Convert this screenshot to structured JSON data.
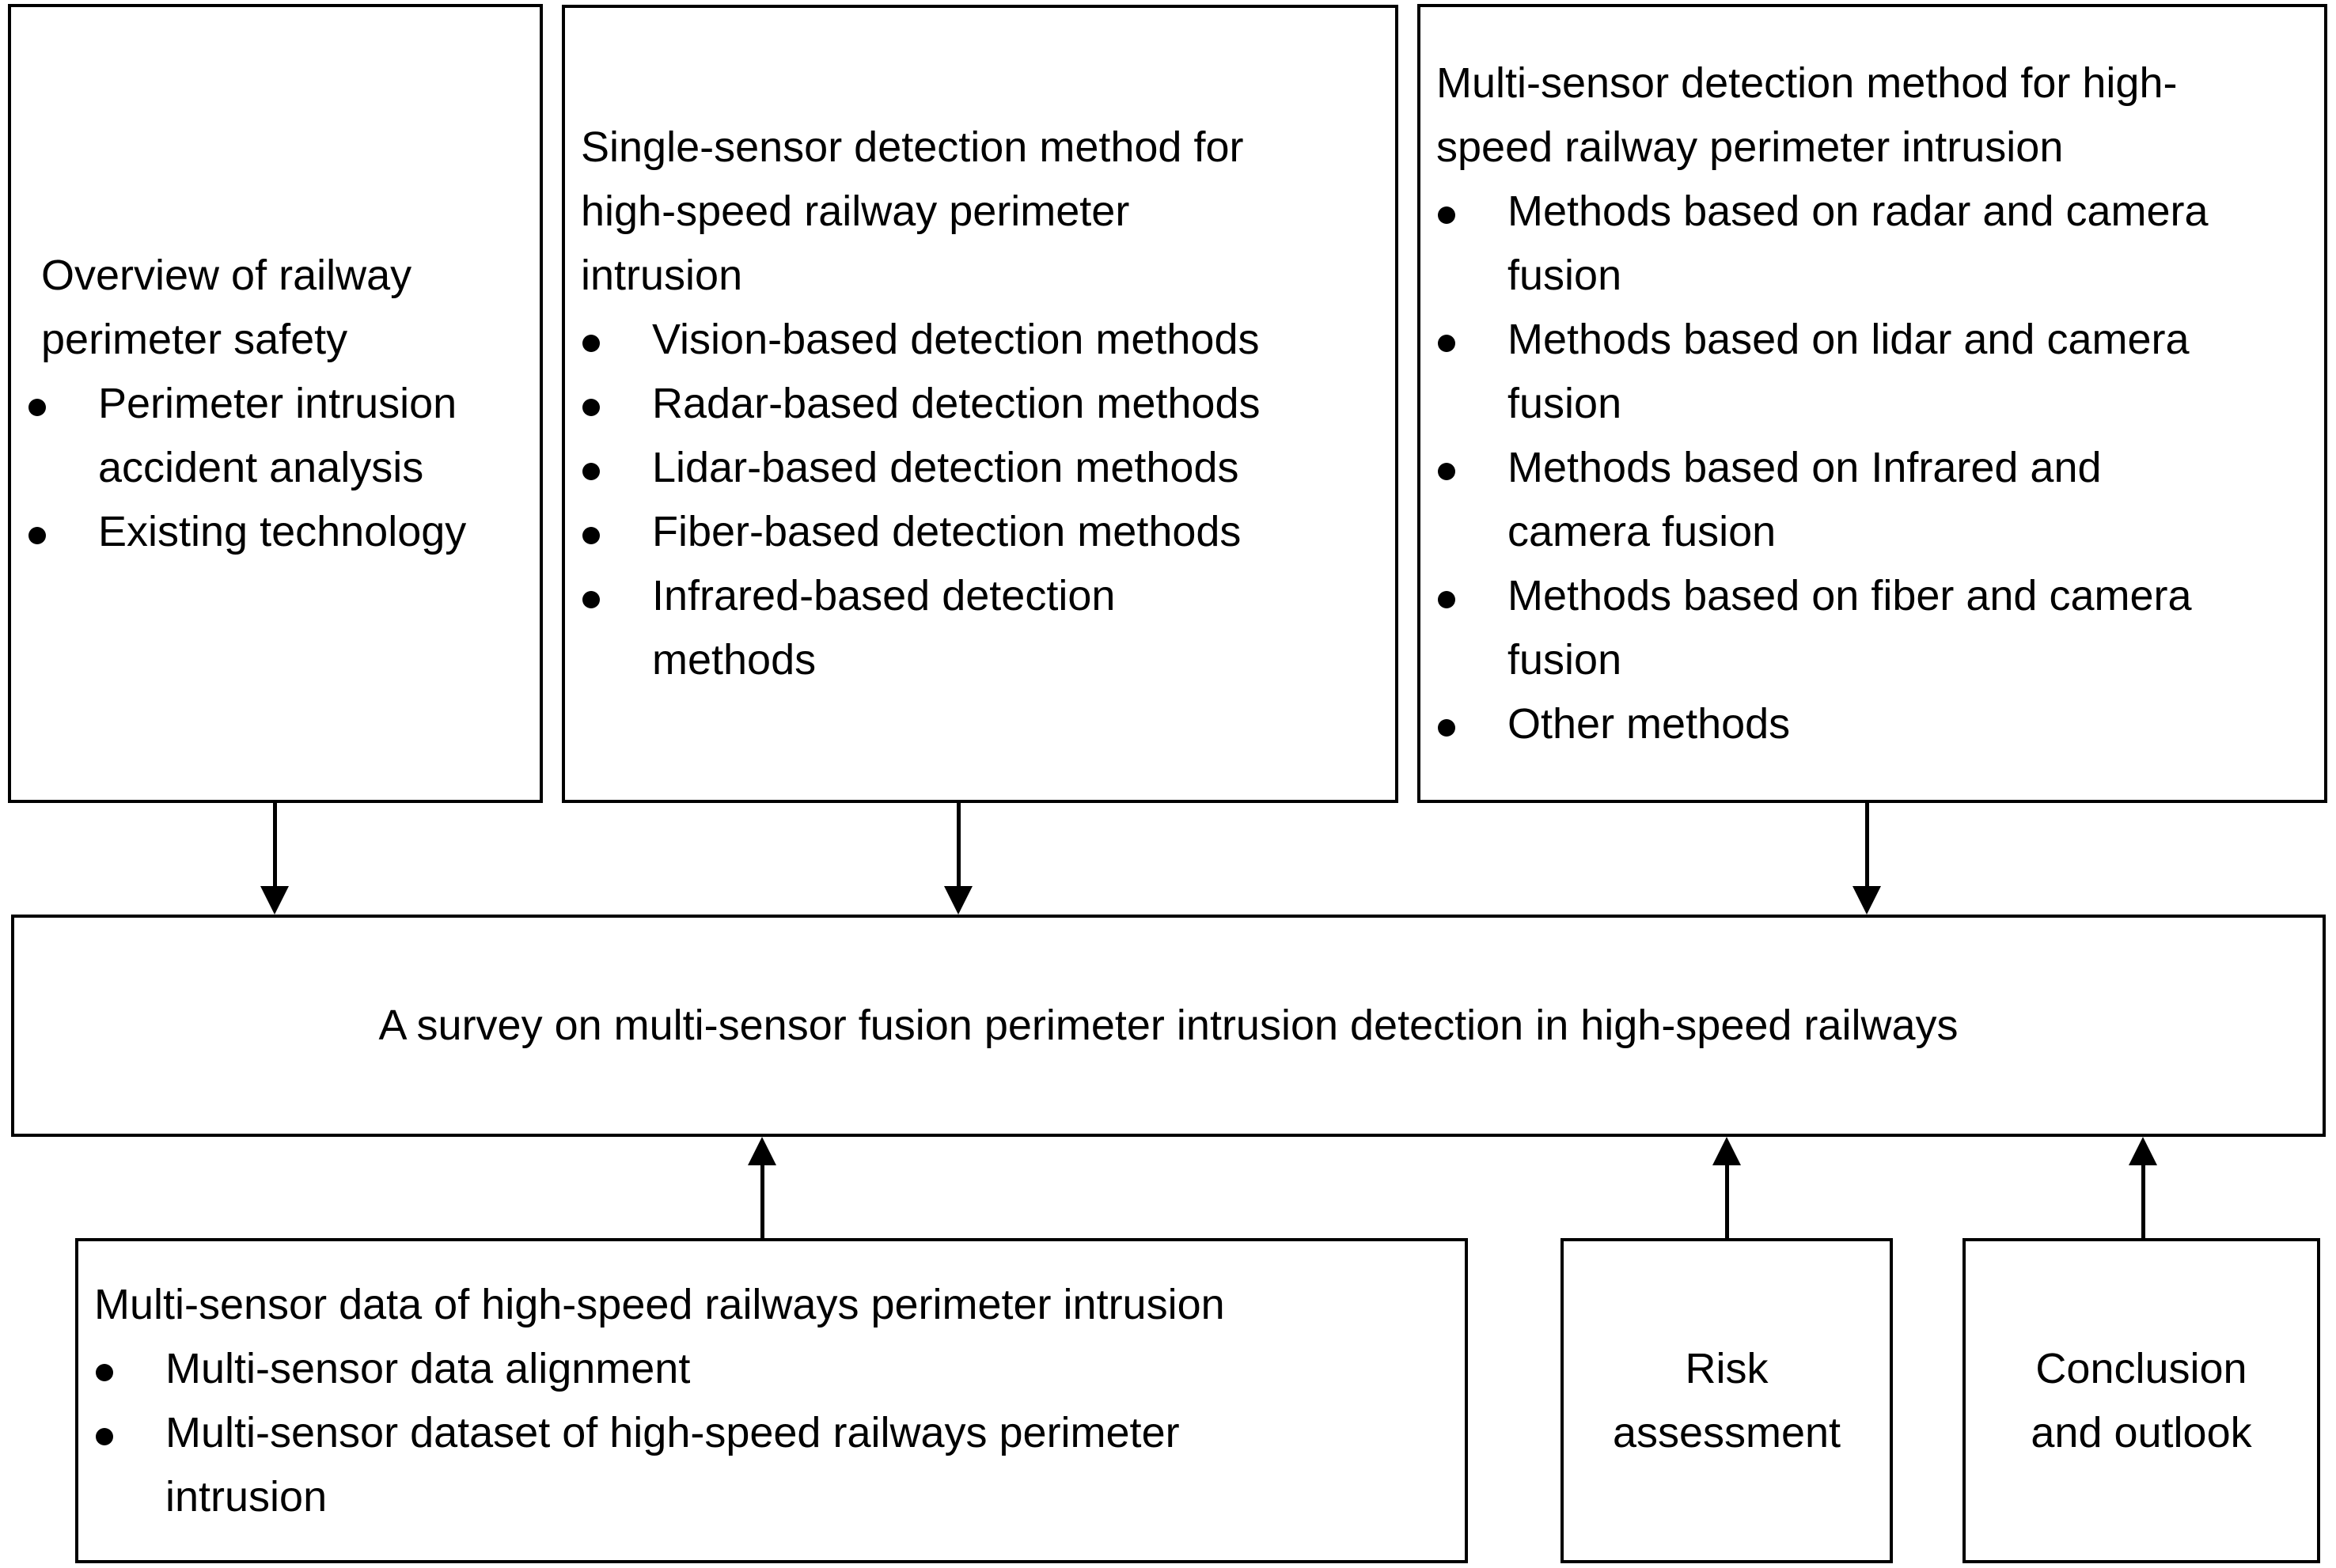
{
  "diagram": {
    "colors": {
      "background": "#ffffff",
      "line": "#000000",
      "text": "#000000"
    },
    "top_row": [
      {
        "title": "Overview of railway perimeter safety",
        "bullets": [
          "Perimeter intrusion accident analysis",
          "Existing technology"
        ]
      },
      {
        "title": "Single-sensor detection method for high-speed railway perimeter intrusion",
        "bullets": [
          "Vision-based detection methods",
          "Radar-based detection methods",
          "Lidar-based detection methods",
          "Fiber-based detection methods",
          "Infrared-based detection methods"
        ]
      },
      {
        "title": "Multi-sensor detection method for high-speed railway perimeter intrusion",
        "bullets": [
          "Methods based on radar and camera fusion",
          "Methods based on lidar and camera fusion",
          "Methods based on Infrared and camera fusion",
          "Methods based on fiber and camera fusion",
          "Other methods"
        ]
      }
    ],
    "center": {
      "title": "A survey on multi-sensor fusion perimeter intrusion detection in high-speed railways"
    },
    "bottom_row": [
      {
        "title": "Multi-sensor data of high-speed railways perimeter intrusion",
        "bullets": [
          "Multi-sensor data alignment",
          "Multi-sensor dataset of high-speed railways perimeter intrusion"
        ]
      },
      {
        "title": "Risk assessment",
        "bullets": []
      },
      {
        "title": "Conclusion and outlook",
        "bullets": []
      }
    ]
  }
}
